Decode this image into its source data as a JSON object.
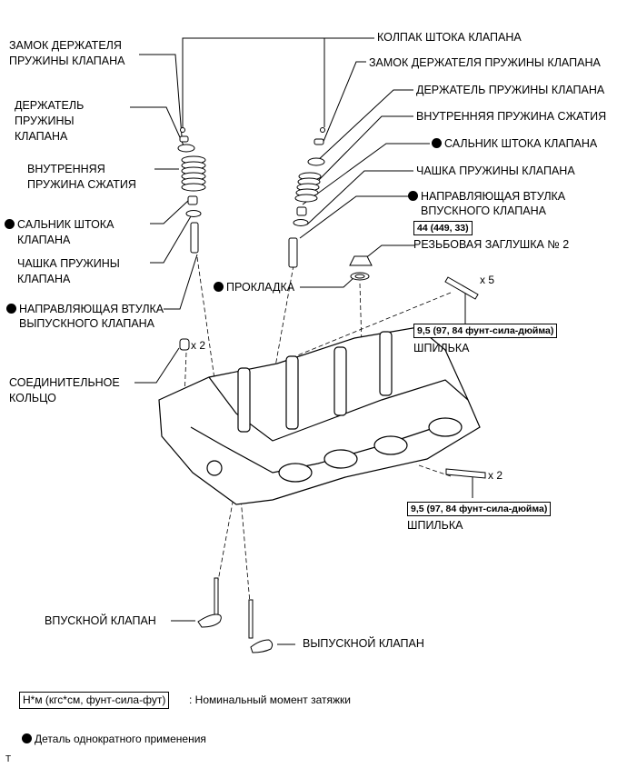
{
  "labels": {
    "valve_stem_cap": "КОЛПАК ШТОКА КЛАПАНА",
    "retainer_lock_left_1": "ЗАМОК ДЕРЖАТЕЛЯ",
    "retainer_lock_left_2": "ПРУЖИНЫ КЛАПАНА",
    "retainer_lock_right": "ЗАМОК ДЕРЖАТЕЛЯ ПРУЖИНЫ КЛАПАНА",
    "retainer_left_1": "ДЕРЖАТЕЛЬ",
    "retainer_left_2": "ПРУЖИНЫ",
    "retainer_left_3": "КЛАПАНА",
    "retainer_right": "ДЕРЖАТЕЛЬ ПРУЖИНЫ КЛАПАНА",
    "inner_spring_left_1": "ВНУТРЕННЯЯ",
    "inner_spring_left_2": "ПРУЖИНА СЖАТИЯ",
    "inner_spring_right": "ВНУТРЕННЯЯ ПРУЖИНА СЖАТИЯ",
    "stem_oil_seal_right": "САЛЬНИК ШТОКА КЛАПАНА",
    "stem_oil_seal_left_1": "САЛЬНИК ШТОКА",
    "stem_oil_seal_left_2": "КЛАПАНА",
    "spring_seat_right": "ЧАШКА ПРУЖИНЫ КЛАПАНА",
    "spring_seat_left_1": "ЧАШКА ПРУЖИНЫ",
    "spring_seat_left_2": "КЛАПАНА",
    "intake_guide_1": "НАПРАВЛЯЮЩАЯ ВТУЛКА",
    "intake_guide_2": "ВПУСКНОГО КЛАПАНА",
    "plug_torque": "44 (449, 33)",
    "plug_name": "РЕЗЬБОВАЯ ЗАГЛУШКА № 2",
    "gasket": "ПРОКЛАДКА",
    "exhaust_guide_1": "НАПРАВЛЯЮЩАЯ ВТУЛКА",
    "exhaust_guide_2": "ВЫПУСКНОГО КЛАПАНА",
    "stud_qty_top": "x 5",
    "stud_torque_top": "9,5 (97, 84 фунт-сила-дюйма)",
    "stud_name_top": "ШПИЛЬКА",
    "ring_qty": "x 2",
    "ring_1": "СОЕДИНИТЕЛЬНОЕ",
    "ring_2": "КОЛЬЦО",
    "stud_qty_bottom": "x 2",
    "stud_torque_bottom": "9,5 (97, 84 фунт-сила-дюйма)",
    "stud_name_bottom": "ШПИЛЬКА",
    "intake_valve": "ВПУСКНОЙ КЛАПАН",
    "exhaust_valve": "ВЫПУСКНОЙ КЛАПАН"
  },
  "legend": {
    "torque_box": "Н*м (кгс*см, фунт-сила-фут)",
    "torque_text": ": Номинальный момент затяжки",
    "single_use_text": "Деталь однократного применения"
  },
  "corner_mark": "T",
  "icons": {
    "single_use": "filled-circle"
  }
}
